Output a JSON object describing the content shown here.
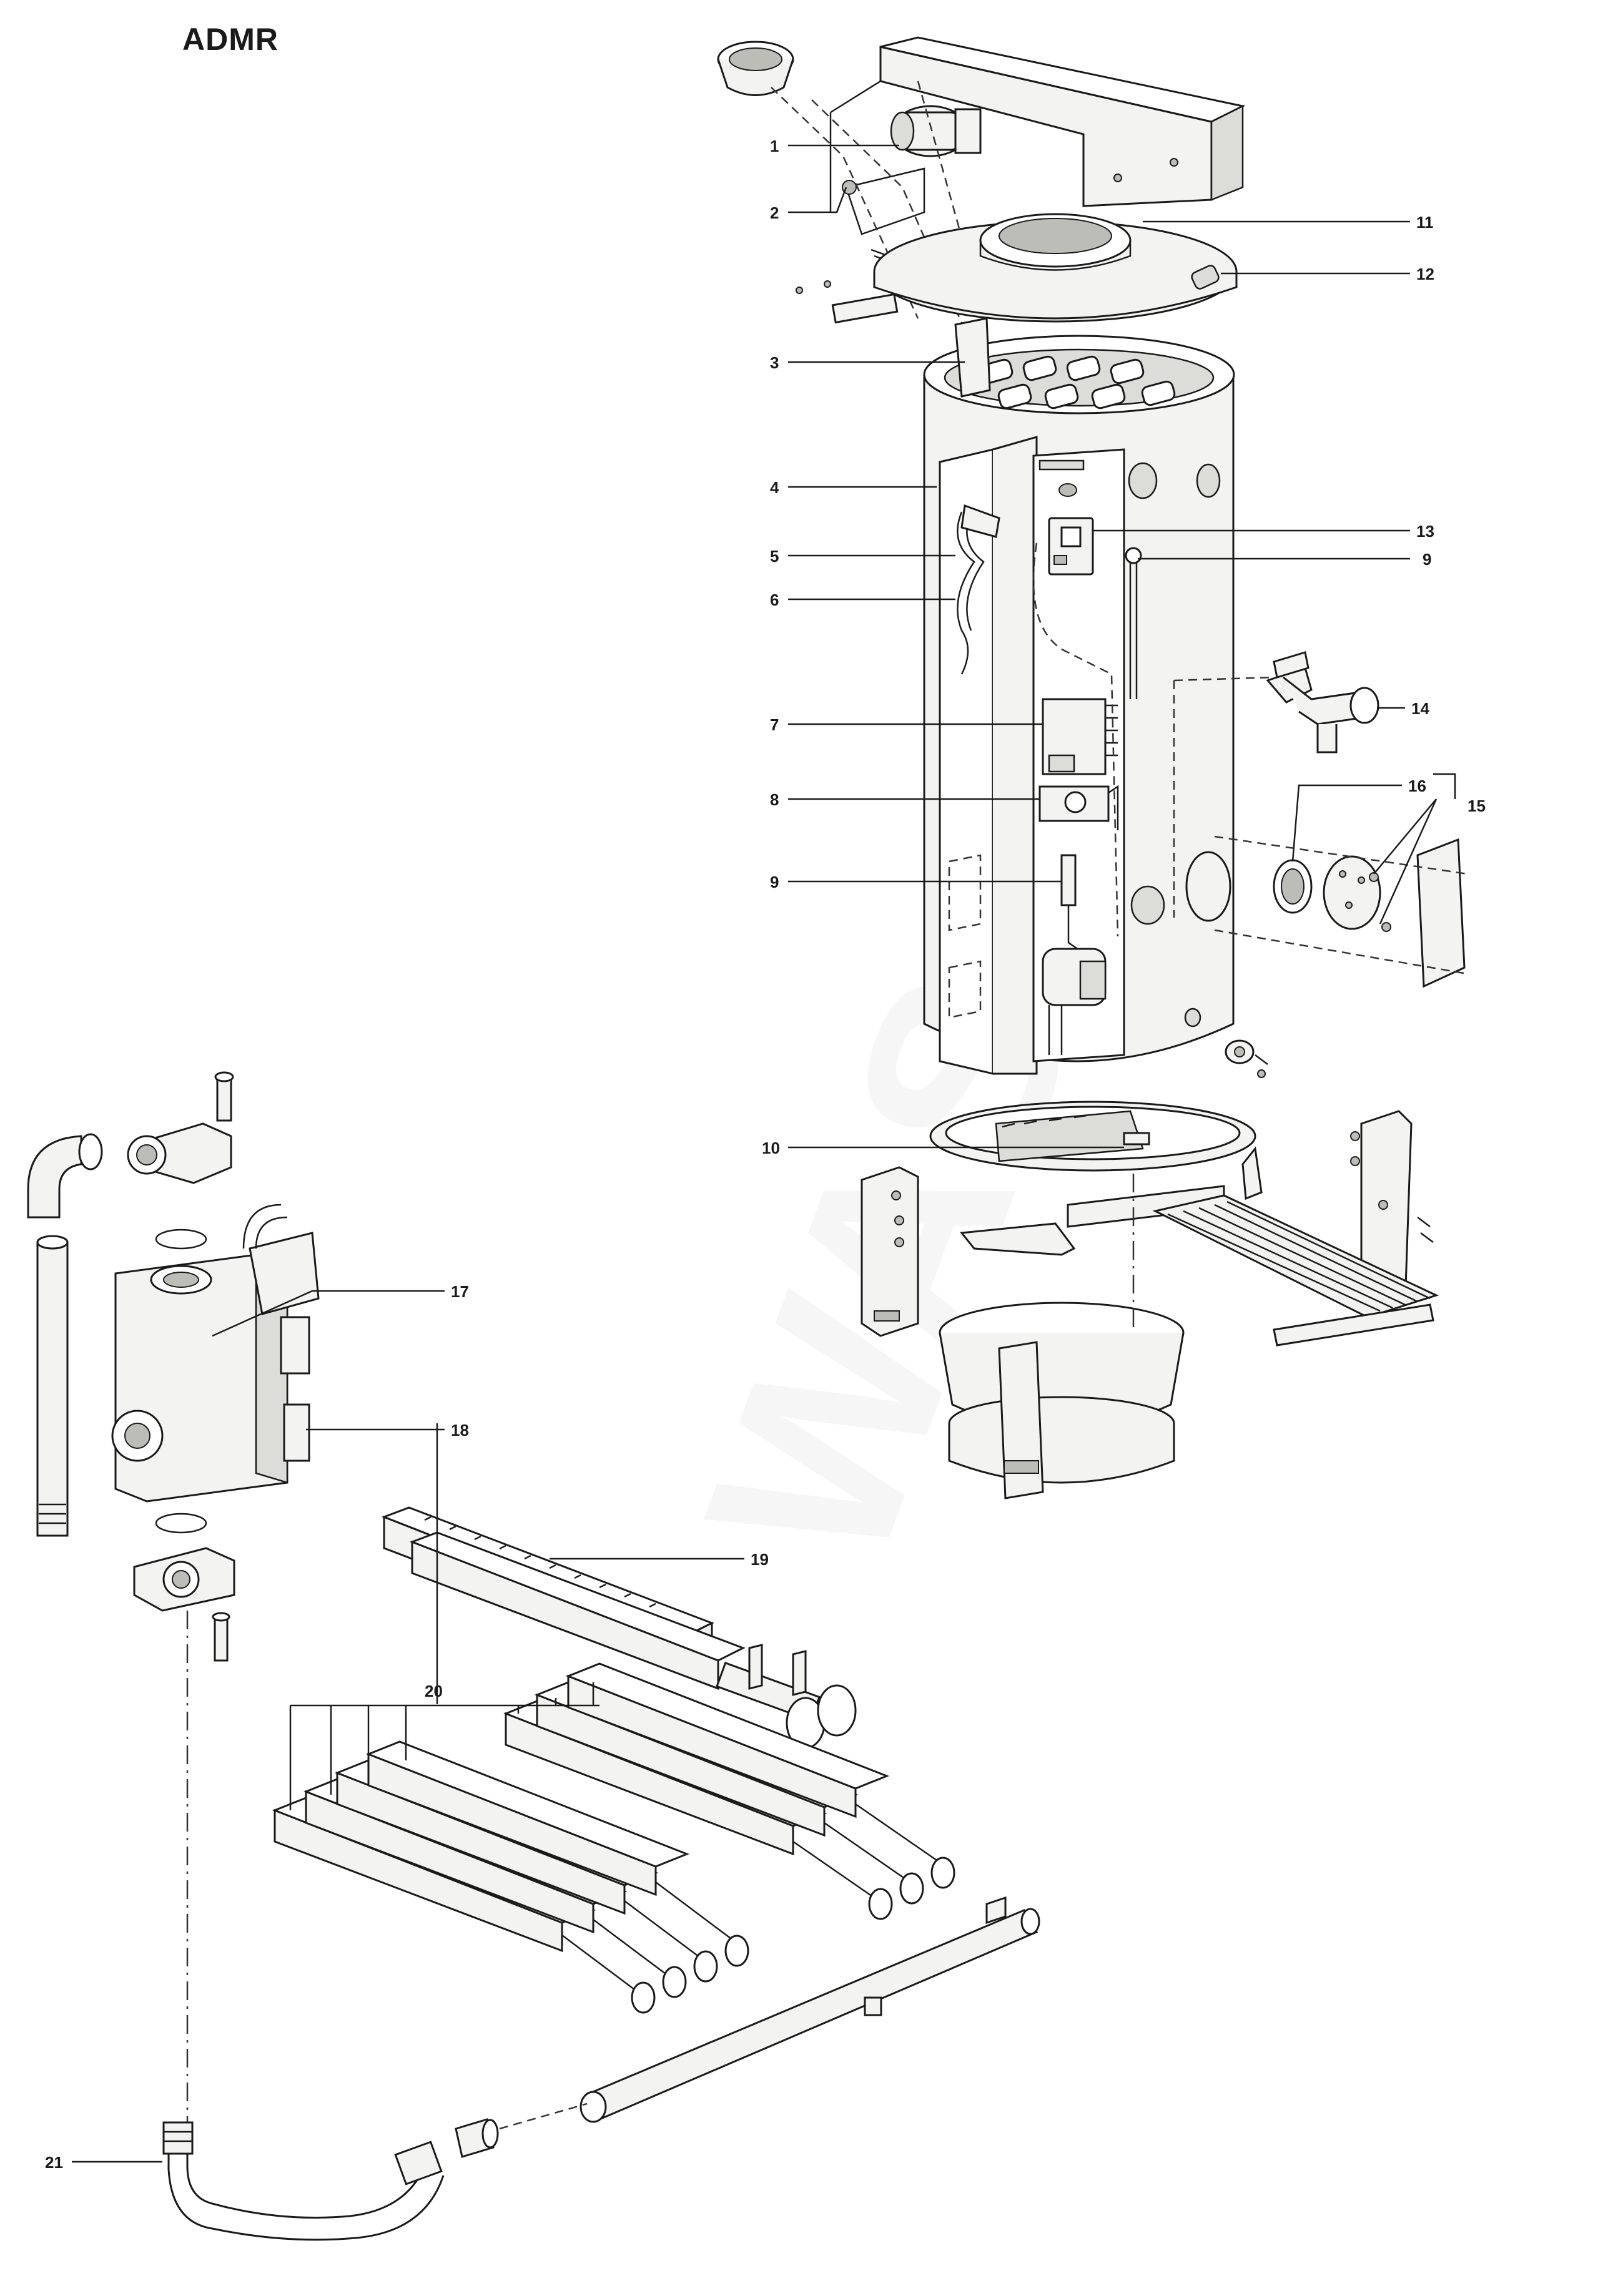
{
  "title": "ADMR",
  "callouts": [
    "1",
    "2",
    "3",
    "4",
    "5",
    "6",
    "7",
    "8",
    "9",
    "10",
    "11",
    "12",
    "13",
    "9",
    "14",
    "16",
    "15",
    "17",
    "18",
    "19",
    "20",
    "21"
  ],
  "watermark": "WASCO"
}
